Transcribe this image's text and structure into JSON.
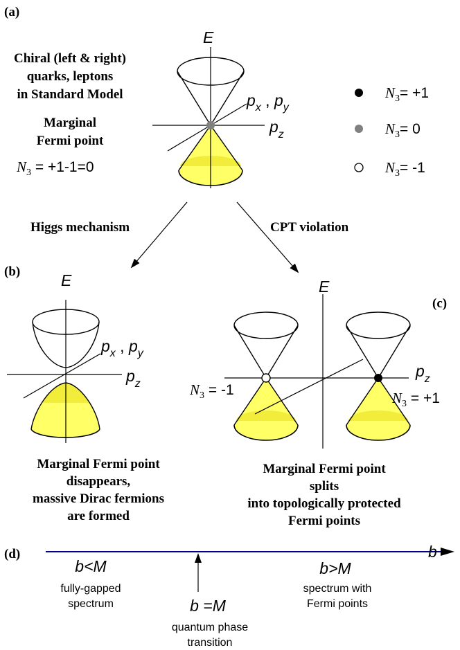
{
  "panels": {
    "a": {
      "label": "(a)"
    },
    "b": {
      "label": "(b)"
    },
    "c": {
      "label": "(c)"
    },
    "d": {
      "label": "(d)"
    }
  },
  "panel_a": {
    "desc_line1": "Chiral (left & right)",
    "desc_line2": "quarks, leptons",
    "desc_line3": "in Standard Model",
    "marginal_line1": "Marginal",
    "marginal_line2": "Fermi point",
    "n3_sym": "N",
    "n3_sub": "3",
    "n3_value": " = +1-1=0",
    "axis_E": "E",
    "axis_pxpy_p1": "p",
    "axis_pxpy_s1": "x",
    "axis_pxpy_sep": " , ",
    "axis_pxpy_p2": "p",
    "axis_pxpy_s2": "y",
    "axis_pz_p": "p",
    "axis_pz_s": "z"
  },
  "legend": [
    {
      "sym": "N",
      "sub": "3",
      "value": "= +1",
      "marker": "filled-black"
    },
    {
      "sym": "N",
      "sub": "3",
      "value": "= 0",
      "marker": "filled-gray"
    },
    {
      "sym": "N",
      "sub": "3",
      "value": "= -1",
      "marker": "open"
    }
  ],
  "arrows": {
    "left": "Higgs mechanism",
    "right": "CPT violation"
  },
  "panel_b": {
    "axis_E": "E",
    "axis_pxpy_p1": "p",
    "axis_pxpy_s1": "x",
    "axis_pxpy_sep": " , ",
    "axis_pxpy_p2": "p",
    "axis_pxpy_s2": "y",
    "axis_pz_p": "p",
    "axis_pz_s": "z",
    "caption_line1": "Marginal Fermi point",
    "caption_line2": "disappears,",
    "caption_line3": "massive Dirac fermions",
    "caption_line4": "are formed"
  },
  "panel_c": {
    "axis_E": "E",
    "axis_pz_p": "p",
    "axis_pz_s": "z",
    "left_sym": "N",
    "left_sub": "3",
    "left_value": " = -1",
    "right_sym": "N",
    "right_sub": "3",
    "right_value": " = +1",
    "caption_line1": "Marginal Fermi point",
    "caption_line2": "splits",
    "caption_line3": "into topologically protected",
    "caption_line4": "Fermi points"
  },
  "panel_d": {
    "axis_b": "b",
    "left_label": "b<M",
    "left_desc1": "fully-gapped",
    "left_desc2": "spectrum",
    "mid_label": "b =M",
    "mid_desc1": "quantum phase",
    "mid_desc2": "transition",
    "right_label": "b>M",
    "right_desc1": "spectrum with",
    "right_desc2": "Fermi points"
  },
  "colors": {
    "cone_fill": "#ffff66",
    "cone_fill_dark": "#f2ec3a",
    "line": "#000000",
    "axis_blue": "#00008b",
    "gray_point": "#808080"
  }
}
